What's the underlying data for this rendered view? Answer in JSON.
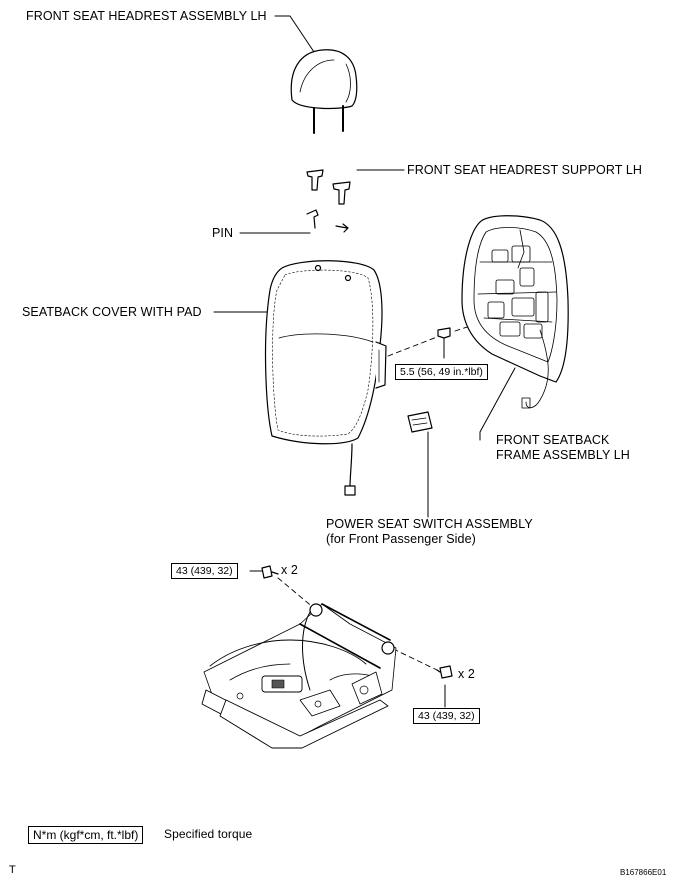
{
  "labels": {
    "headrest": "FRONT SEAT HEADREST ASSEMBLY LH",
    "headrest_support": "FRONT SEAT HEADREST SUPPORT LH",
    "pin": "PIN",
    "seatback_cover": "SEATBACK COVER WITH PAD",
    "frame_line1": "FRONT SEATBACK",
    "frame_line2": "FRAME ASSEMBLY LH",
    "switch_line1": "POWER SEAT SWITCH ASSEMBLY",
    "switch_line2": "(for Front Passenger Side)"
  },
  "torques": {
    "frame_bolt": "5.5 (56, 49 in.*lbf)",
    "cushion_bolt_rear": "43 (439, 32)",
    "cushion_bolt_front": "43 (439, 32)"
  },
  "quantities": {
    "rear": "x 2",
    "front": "x 2"
  },
  "legend": {
    "unit": "N*m (kgf*cm, ft.*lbf)",
    "description": "Specified torque"
  },
  "corner": {
    "left": "T",
    "figure_id": "B167866E01"
  }
}
